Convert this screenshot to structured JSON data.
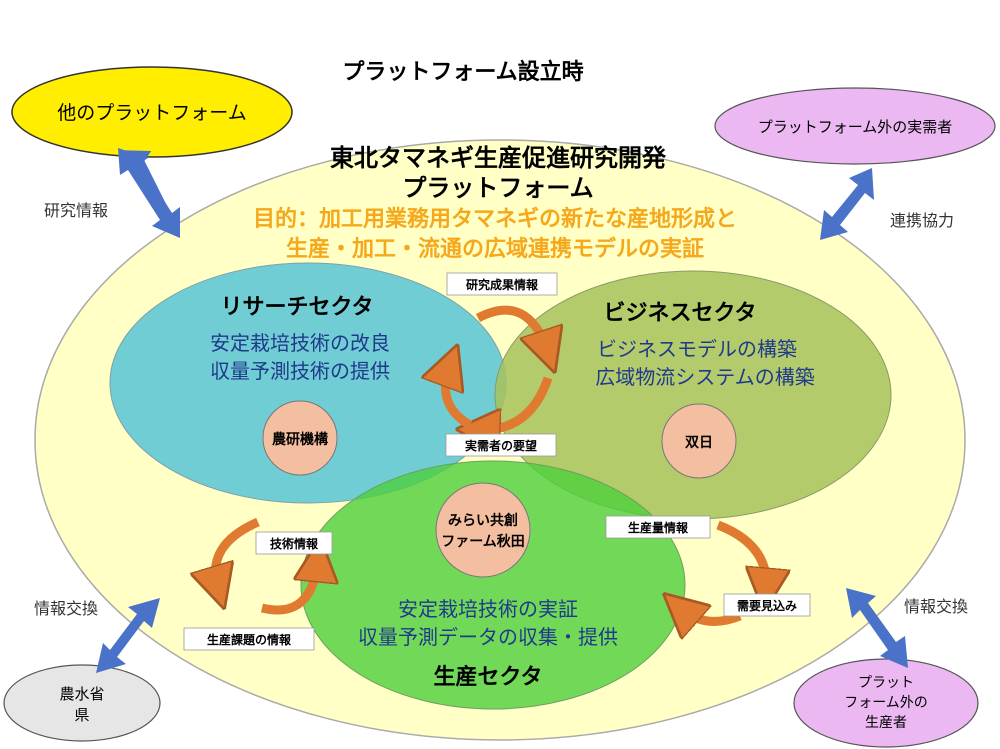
{
  "title": "プラットフォーム設立時",
  "platform": {
    "name_line1": "東北タマネギ生産促進研究開発",
    "name_line2": "プラットフォーム",
    "purpose_line1": "目的：加工用業務用タマネギの新たな産地形成と",
    "purpose_line2": "生産・加工・流通の広域連携モデルの実証"
  },
  "external": {
    "other_platform": "他のプラットフォーム",
    "outside_demand": "プラットフォーム外の実需者",
    "maff_line1": "農水省",
    "maff_line2": "県",
    "producers_line1": "プラット",
    "producers_line2": "フォーム外の",
    "producers_line3": "生産者"
  },
  "links": {
    "research_info": "研究情報",
    "cooperation": "連携協力",
    "info_exchange_left": "情報交換",
    "info_exchange_right": "情報交換"
  },
  "sectors": {
    "research": {
      "title": "リサーチセクタ",
      "line1": "安定栽培技術の改良",
      "line2": "収量予測技術の提供",
      "org": "農研機構"
    },
    "business": {
      "title": "ビジネスセクタ",
      "line1": "ビジネスモデルの構築",
      "line2": "広域物流システムの構築",
      "org": "双日"
    },
    "production": {
      "title": "生産セクタ",
      "line1": "安定栽培技術の実証",
      "line2": "収量予測データの収集・提供",
      "org_line1": "みらい共創",
      "org_line2": "ファーム秋田"
    }
  },
  "flows": {
    "research_results": "研究成果情報",
    "demand_requests": "実需者の要望",
    "tech_info": "技術情報",
    "production_issues": "生産課題の情報",
    "production_volume": "生産量情報",
    "demand_forecast": "需要見込み"
  },
  "colors": {
    "platform_fill": "#ffffc6",
    "research_fill": "#5dc6d6",
    "business_fill": "#a7c25c",
    "production_fill": "#4fcf3c",
    "org_fill": "#f4bfa0",
    "purpose_text": "#f5a81c",
    "sector_text": "#1f3a8a",
    "arrow_blue": "#4a72c8",
    "arrow_orange": "#e07a30",
    "yellow_ellipse": "#ffee00",
    "pink_ellipse": "#ebb8f2",
    "gray_ellipse": "#e6e6e6"
  }
}
